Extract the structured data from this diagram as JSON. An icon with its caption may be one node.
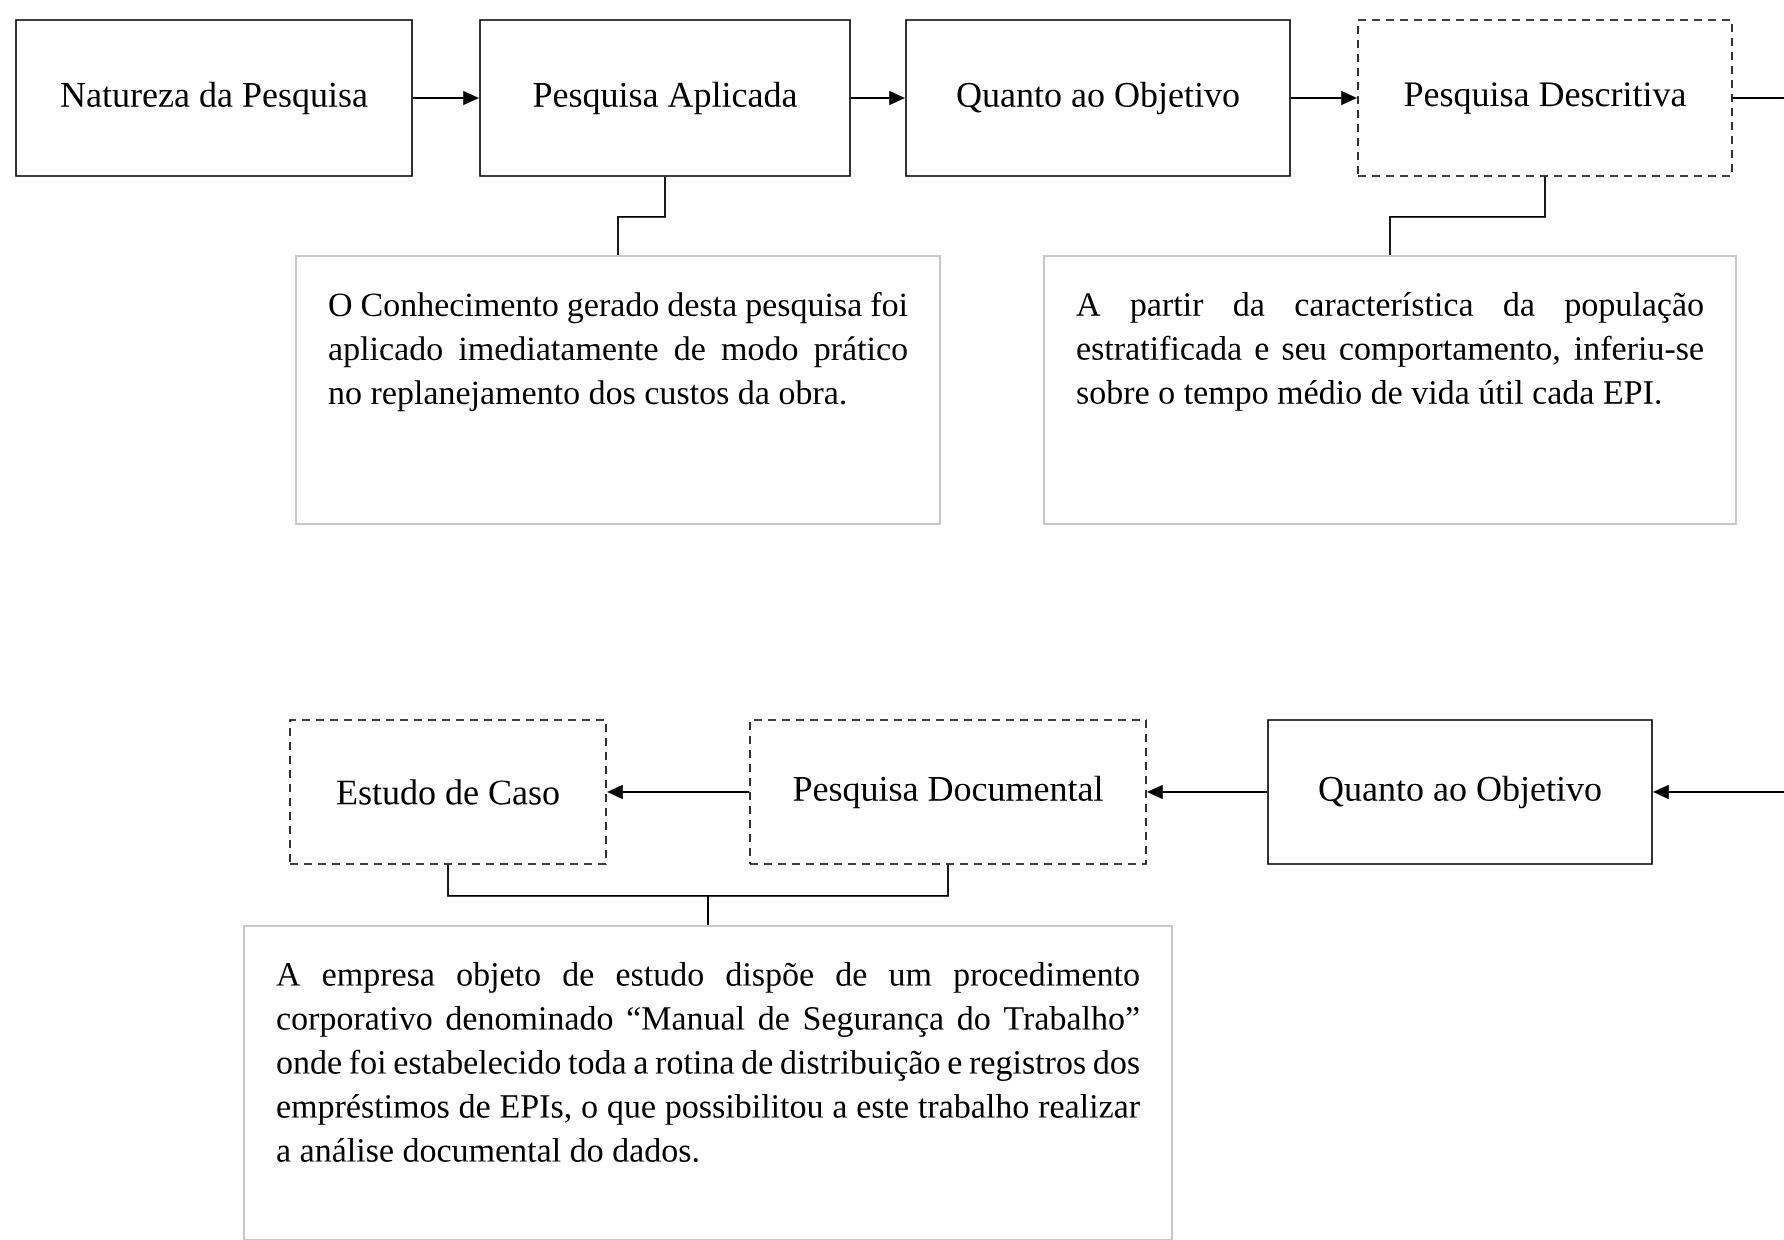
{
  "diagram": {
    "nodes": [
      {
        "text": [
          "Natureza da Pesquisa"
        ]
      },
      {
        "text": [
          "Pesquisa Aplicada"
        ]
      },
      {
        "text": [
          "Quanto ao Objetivo"
        ]
      },
      {
        "text": [
          "Pesquisa Descritiva"
        ]
      },
      {
        "text": [
          "O Conhecimento gerado desta pesquisa foi aplicado imediatamente de modo prático no replanejamento dos custos da obra."
        ]
      },
      {
        "text": [
          "A partir da característica da população estratificada e seu comportamento, inferiu-se sobre o tempo médio de vida útil cada EPI."
        ]
      },
      {
        "text": [
          "Estudo de Caso"
        ]
      },
      {
        "text": [
          "Pesquisa Documental"
        ]
      },
      {
        "text": [
          "Quanto ao Objetivo"
        ]
      },
      {
        "text": [
          "A empresa objeto de estudo dispõe de um procedimento corporativo denominado “Manual de Segurança do Trabalho” onde foi estabelecido toda a rotina de distribuição e registros dos empréstimos de EPIs, o que possibilitou a este trabalho realizar a análise documental do dados."
        ]
      }
    ],
    "edges": [
      {
        "from": 0,
        "to": 1,
        "arrow": "to"
      },
      {
        "from": 1,
        "to": 2,
        "arrow": "to"
      },
      {
        "from": 2,
        "to": 3,
        "arrow": "to"
      },
      {
        "from": 3,
        "to": null,
        "arrow": "none"
      },
      {
        "from": 1,
        "to": 4,
        "arrow": "none"
      },
      {
        "from": 3,
        "to": 5,
        "arrow": "none"
      },
      {
        "from": null,
        "to": 8,
        "arrow": "to"
      },
      {
        "from": 8,
        "to": 7,
        "arrow": "to"
      },
      {
        "from": 7,
        "to": 6,
        "arrow": "to"
      },
      {
        "from": 6,
        "to": 9,
        "arrow": "none"
      },
      {
        "from": 7,
        "to": 9,
        "arrow": "none"
      }
    ]
  }
}
